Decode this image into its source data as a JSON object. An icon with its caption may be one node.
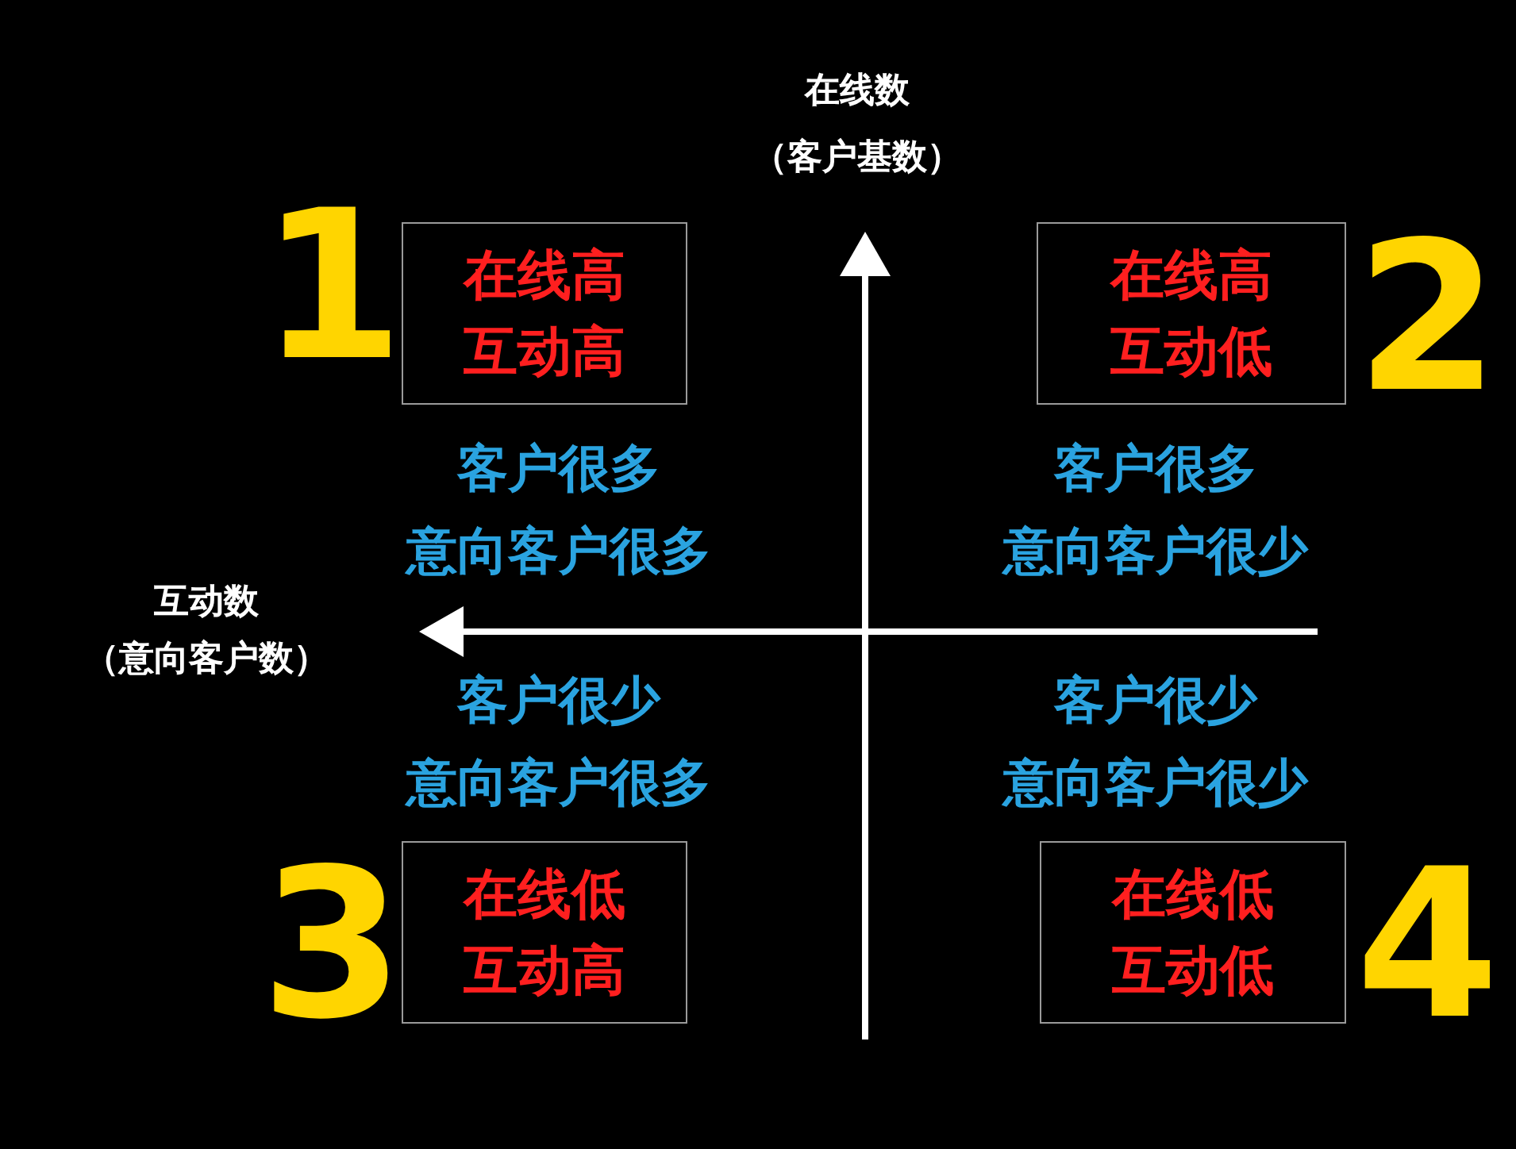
{
  "diagram": {
    "nodes": [
      {
        "text": [
          "在线高",
          "互动高"
        ],
        "beside": [
          "1"
        ]
      },
      {
        "text": [
          "在线高",
          "互动低"
        ],
        "beside": [
          "2"
        ]
      },
      {
        "text": [
          "在线低",
          "互动高"
        ],
        "beside": [
          "3"
        ]
      },
      {
        "text": [
          "在线低",
          "互动低"
        ],
        "beside": [
          "4"
        ]
      }
    ],
    "edges": [],
    "labels": [
      "在线数",
      "（客户基数）",
      "客户很多",
      "意向客户很多",
      "客户很多",
      "意向客户很少",
      "互动数",
      "（意向客户数）",
      "客户很少",
      "意向客户很多",
      "客户很少",
      "意向客户很少"
    ]
  }
}
